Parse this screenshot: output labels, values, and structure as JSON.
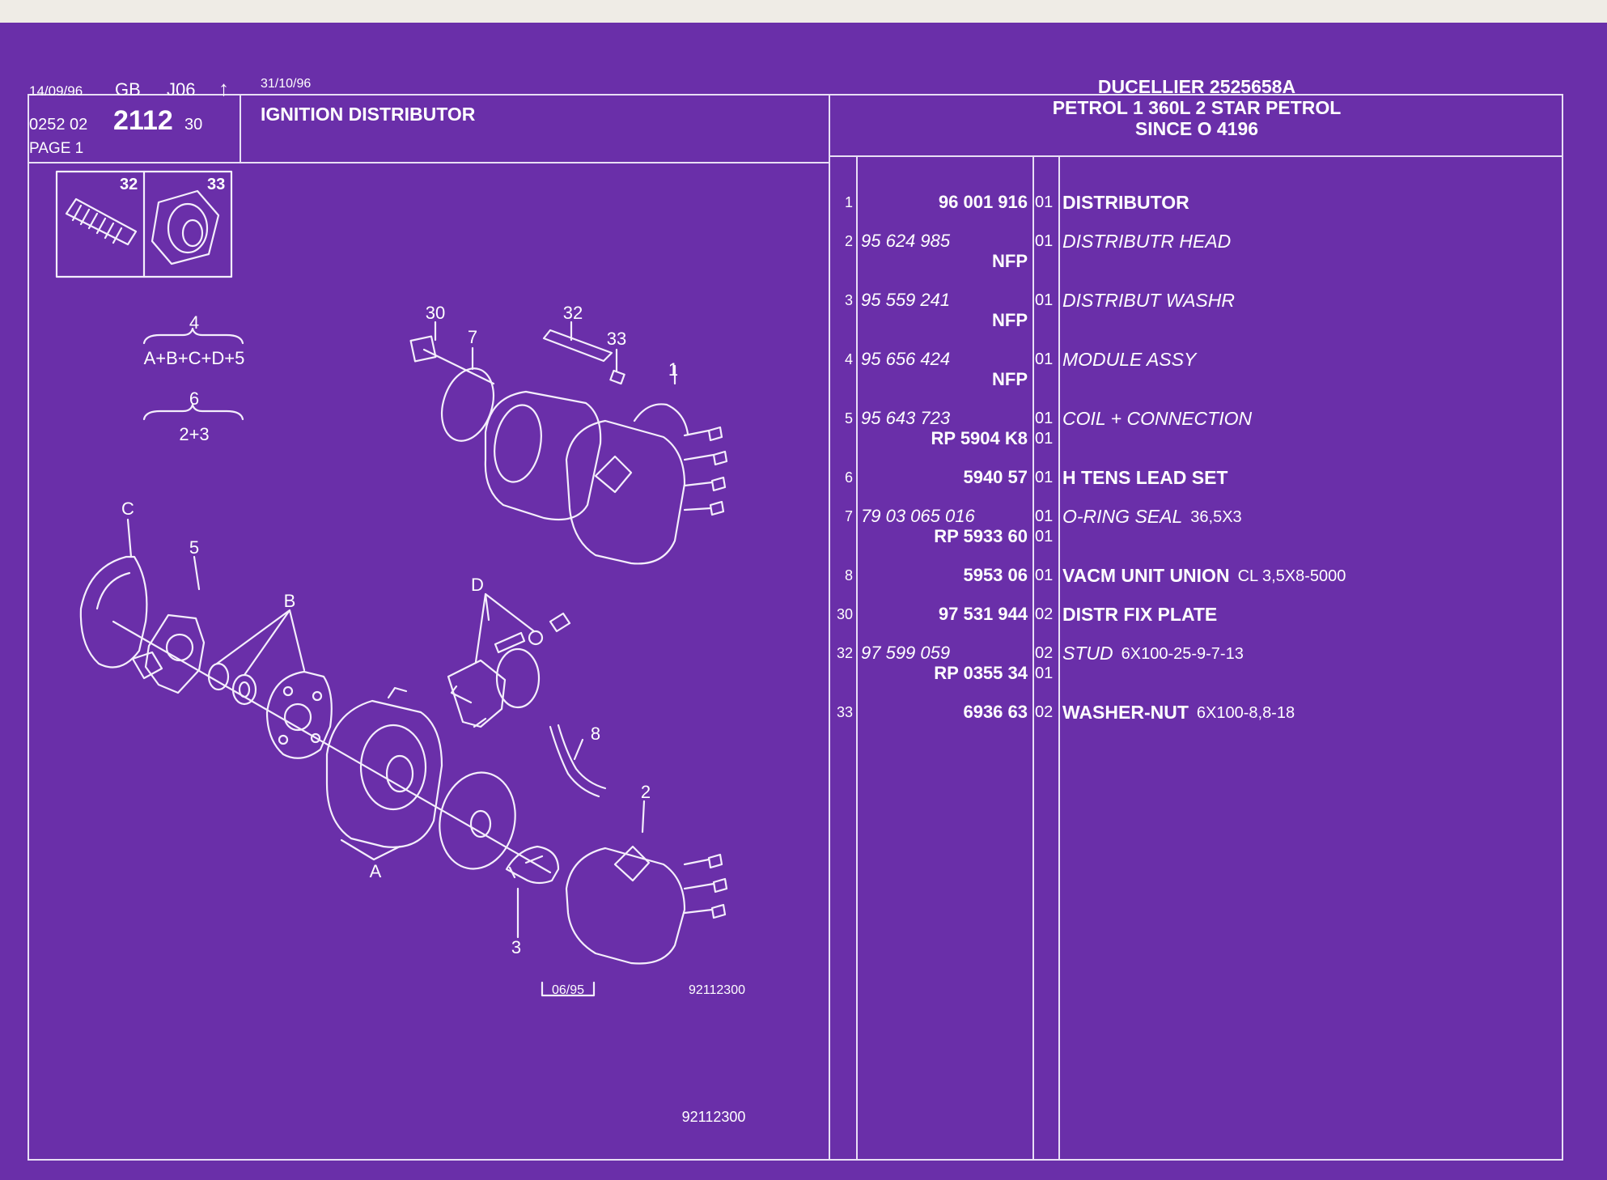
{
  "header": {
    "date": "14/09/96",
    "lang": "GB",
    "code": "J06",
    "ref_left": "0252 02",
    "ref_main": "2112",
    "ref_right": "30",
    "page": "PAGE 1",
    "update_date": "31/10/96",
    "title": "IGNITION DISTRIBUTOR",
    "model_line1": "DUCELLIER 2525658A",
    "model_line2": "PETROL 1 360L 2 STAR PETROL",
    "model_line3": "SINCE O   4196"
  },
  "inset": {
    "label_a": "32",
    "label_b": "33"
  },
  "formulas": {
    "f1_num": "4",
    "f1_expr": "A+B+C+D+5",
    "f2_num": "6",
    "f2_expr": "2+3"
  },
  "diagram_labels": {
    "l30": "30",
    "l7": "7",
    "l32": "32",
    "l33": "33",
    "l1": "1",
    "lC": "C",
    "l5": "5",
    "lB": "B",
    "lD": "D",
    "l8": "8",
    "l2": "2",
    "lA": "A",
    "l3": "3"
  },
  "footer": {
    "edition": "06/95",
    "drawing_no": "92112300",
    "sheet_no": "92112300"
  },
  "parts": [
    {
      "item": "1",
      "ref": "96 001 916",
      "ref_italic": false,
      "sub": "",
      "qty": "01",
      "qty2": "",
      "desc": "DISTRIBUTOR",
      "desc_italic": false,
      "extra": ""
    },
    {
      "item": "2",
      "ref": "95 624 985",
      "ref_italic": true,
      "sub": "NFP",
      "qty": "01",
      "qty2": "",
      "desc": "DISTRIBUTR HEAD",
      "desc_italic": true,
      "extra": ""
    },
    {
      "item": "3",
      "ref": "95 559 241",
      "ref_italic": true,
      "sub": "NFP",
      "qty": "01",
      "qty2": "",
      "desc": "DISTRIBUT WASHR",
      "desc_italic": true,
      "extra": ""
    },
    {
      "item": "4",
      "ref": "95 656 424",
      "ref_italic": true,
      "sub": "NFP",
      "qty": "01",
      "qty2": "",
      "desc": "MODULE ASSY",
      "desc_italic": true,
      "extra": ""
    },
    {
      "item": "5",
      "ref": "95 643 723",
      "ref_italic": true,
      "sub": "RP  5904 K8",
      "qty": "01",
      "qty2": "01",
      "desc": "COIL + CONNECTION",
      "desc_italic": true,
      "extra": ""
    },
    {
      "item": "6",
      "ref": "5940 57",
      "ref_italic": false,
      "sub": "",
      "qty": "01",
      "qty2": "",
      "desc": "H TENS LEAD SET",
      "desc_italic": false,
      "extra": ""
    },
    {
      "item": "7",
      "ref": "79 03 065 016",
      "ref_italic": true,
      "sub": "RP  5933 60",
      "qty": "01",
      "qty2": "01",
      "desc": "O-RING SEAL",
      "desc_italic": true,
      "extra": "36,5X3"
    },
    {
      "item": "8",
      "ref": "5953 06",
      "ref_italic": false,
      "sub": "",
      "qty": "01",
      "qty2": "",
      "desc": "VACM UNIT UNION",
      "desc_italic": false,
      "extra": "CL 3,5X8-5000"
    },
    {
      "item": "30",
      "ref": "97 531 944",
      "ref_italic": false,
      "sub": "",
      "qty": "02",
      "qty2": "",
      "desc": "DISTR FIX PLATE",
      "desc_italic": false,
      "extra": ""
    },
    {
      "item": "32",
      "ref": "97 599 059",
      "ref_italic": true,
      "sub": "RP  0355 34",
      "qty": "02",
      "qty2": "01",
      "desc": "STUD",
      "desc_italic": true,
      "extra": "6X100-25-9-7-13"
    },
    {
      "item": "33",
      "ref": "6936 63",
      "ref_italic": false,
      "sub": "",
      "qty": "02",
      "qty2": "",
      "desc": "WASHER-NUT",
      "desc_italic": false,
      "extra": "6X100-8,8-18"
    }
  ]
}
